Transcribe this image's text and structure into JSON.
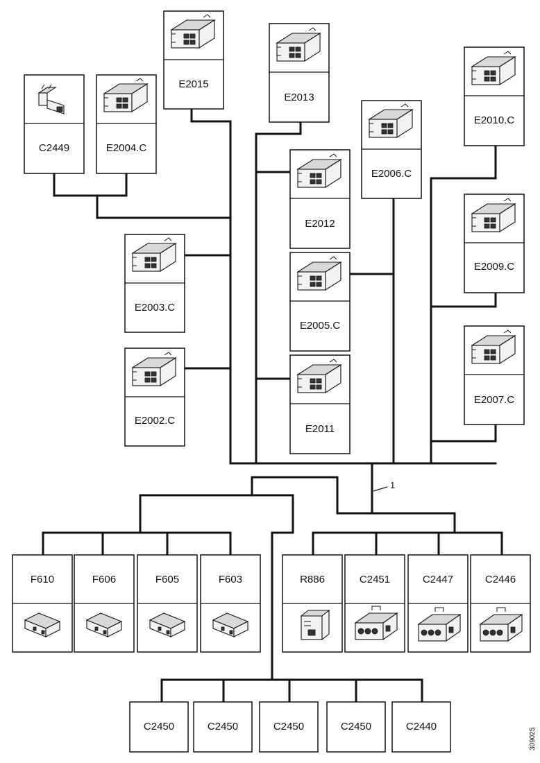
{
  "connectors": {
    "top": [
      {
        "id": "c2449",
        "label": "C2449",
        "icon": "connector-plug-icon"
      },
      {
        "id": "e2004c",
        "label": "E2004.C",
        "icon": "connector-housing-icon"
      },
      {
        "id": "e2015",
        "label": "E2015",
        "icon": "connector-housing-icon"
      },
      {
        "id": "e2013",
        "label": "E2013",
        "icon": "connector-housing-icon"
      },
      {
        "id": "e2012",
        "label": "E2012",
        "icon": "connector-housing-icon"
      },
      {
        "id": "e2006c",
        "label": "E2006.C",
        "icon": "connector-housing-icon"
      },
      {
        "id": "e2010c",
        "label": "E2010.C",
        "icon": "connector-housing-icon"
      },
      {
        "id": "e2003c",
        "label": "E2003.C",
        "icon": "connector-housing-icon"
      },
      {
        "id": "e2005c",
        "label": "E2005.C",
        "icon": "connector-housing-icon"
      },
      {
        "id": "e2009c",
        "label": "E2009.C",
        "icon": "connector-housing-icon"
      },
      {
        "id": "e2002c",
        "label": "E2002.C",
        "icon": "connector-housing-icon"
      },
      {
        "id": "e2011",
        "label": "E2011",
        "icon": "connector-housing-icon"
      },
      {
        "id": "e2007c",
        "label": "E2007.C",
        "icon": "connector-housing-icon"
      }
    ],
    "bottom": [
      {
        "id": "f610",
        "label": "F610",
        "icon": "fuse-holder-icon"
      },
      {
        "id": "f606",
        "label": "F606",
        "icon": "fuse-holder-icon"
      },
      {
        "id": "f605",
        "label": "F605",
        "icon": "fuse-holder-icon"
      },
      {
        "id": "f603",
        "label": "F603",
        "icon": "fuse-holder-icon"
      },
      {
        "id": "r886",
        "label": "R886",
        "icon": "relay-socket-icon"
      },
      {
        "id": "c2451",
        "label": "C2451",
        "icon": "multi-pin-connector-icon"
      },
      {
        "id": "c2447",
        "label": "C2447",
        "icon": "multi-pin-connector-icon"
      },
      {
        "id": "c2446",
        "label": "C2446",
        "icon": "multi-pin-connector-icon"
      }
    ],
    "terminals": [
      {
        "id": "c2450a",
        "label": "C2450"
      },
      {
        "id": "c2450b",
        "label": "C2450"
      },
      {
        "id": "c2450c",
        "label": "C2450"
      },
      {
        "id": "c2450d",
        "label": "C2450"
      },
      {
        "id": "c2440",
        "label": "C2440"
      }
    ]
  },
  "callout": "1",
  "drawing_number": "309025"
}
